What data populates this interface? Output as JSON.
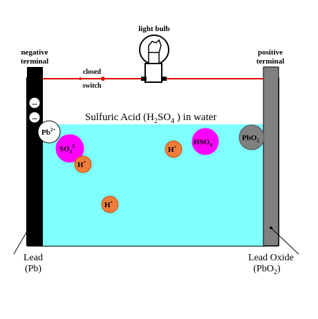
{
  "diagram": {
    "bulb_label": "light bulb",
    "negative_label": [
      "negative",
      "terminal"
    ],
    "positive_label": [
      "positive",
      "terminal"
    ],
    "switch_label": [
      "closed",
      "switch"
    ],
    "solution_title": {
      "prefix": "Sulfuric Acid (H",
      "sub1": "2",
      "mid": "SO",
      "sub2": "4",
      "suffix": " ) in water"
    },
    "lead_label": [
      "Lead",
      "(Pb)"
    ],
    "lead_oxide_label": {
      "line1": "Lead Oxide",
      "line2_prefix": "(PbO",
      "line2_sub": "2",
      "line2_suffix": ")"
    },
    "electron_symbol": "–",
    "ions": {
      "pb2": {
        "base": "Pb",
        "sup": "2+"
      },
      "so4": {
        "base": "SO",
        "sub": "4",
        "sup": "2-"
      },
      "h1": {
        "base": "H",
        "sup": "+"
      },
      "h2": {
        "base": "H",
        "sup": "+"
      },
      "h3": {
        "base": "H",
        "sup": "+"
      },
      "hso4": {
        "base": "HSO",
        "sub": "4",
        "sup": "-"
      },
      "pbo2": {
        "base": "PbO",
        "sub": "2"
      }
    },
    "colors": {
      "solution": "#80ffff",
      "wire": "#e00000",
      "negative_plate": "#000000",
      "positive_plate": "#808080",
      "h_ion": "#f07e3a",
      "sulfate_ion": "#ff00ff",
      "pbo2": "#808080",
      "pb2": "#ffffff"
    }
  }
}
